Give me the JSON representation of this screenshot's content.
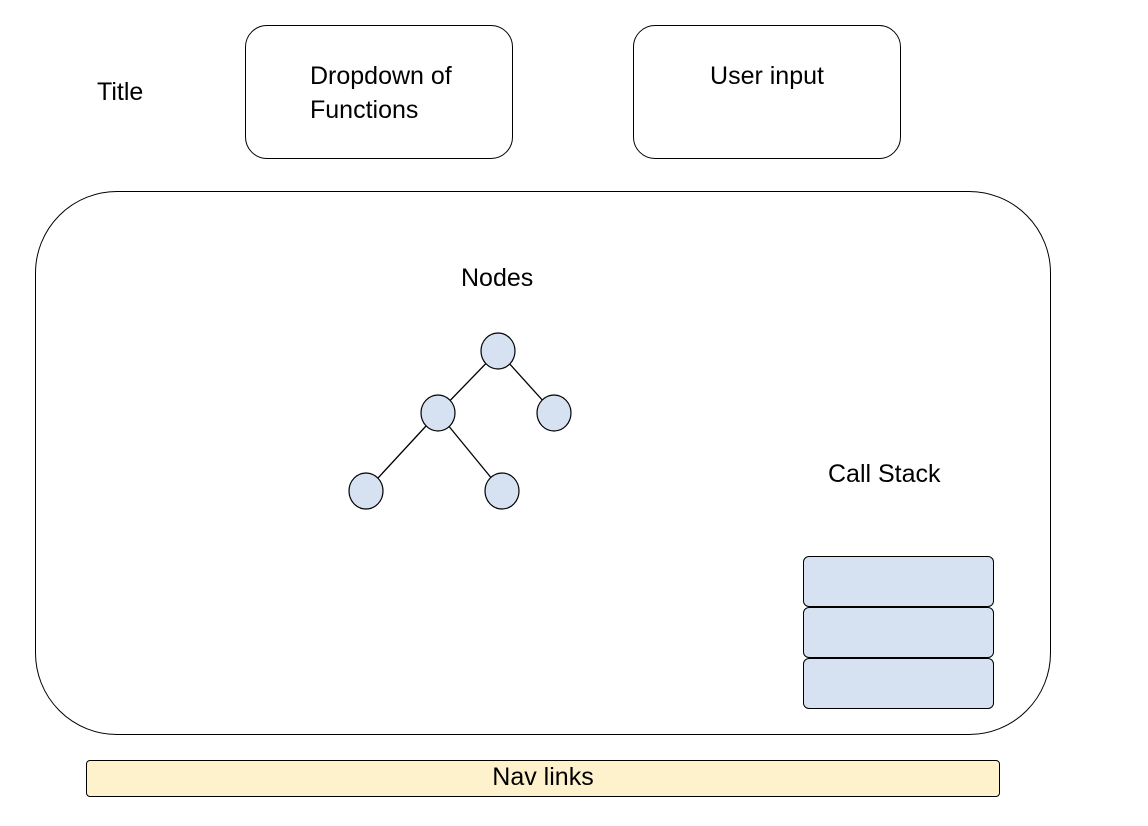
{
  "header": {
    "title": "Title",
    "dropdown_label": "Dropdown of\nFunctions",
    "user_input_label": "User input"
  },
  "main": {
    "nodes_label": "Nodes",
    "call_stack_label": "Call Stack",
    "tree": {
      "nodes": [
        "root",
        "left",
        "right",
        "left-left",
        "left-right"
      ],
      "edges": [
        [
          "root",
          "left"
        ],
        [
          "root",
          "right"
        ],
        [
          "left",
          "left-left"
        ],
        [
          "left",
          "left-right"
        ]
      ]
    },
    "call_stack": {
      "frames": [
        "",
        "",
        ""
      ]
    }
  },
  "footer": {
    "nav_label": "Nav links"
  },
  "colors": {
    "node_fill": "#d6e2f1",
    "stack_fill": "#d6e2f1",
    "nav_fill": "#fdf2cc",
    "stroke": "#000000"
  }
}
